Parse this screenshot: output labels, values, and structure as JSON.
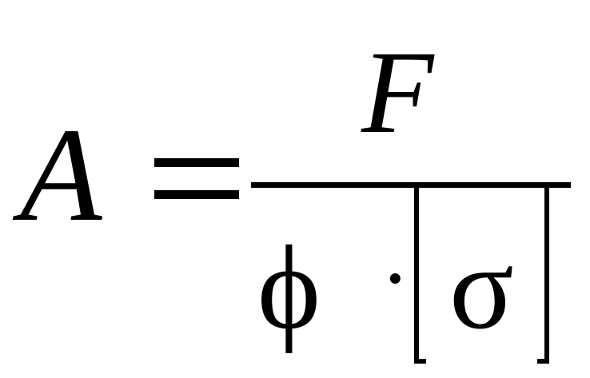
{
  "formula": {
    "lhs": "A",
    "equals": "=",
    "numerator": "F",
    "denominator": {
      "phi": "ϕ",
      "dot": "·",
      "sigma": "σ"
    }
  }
}
